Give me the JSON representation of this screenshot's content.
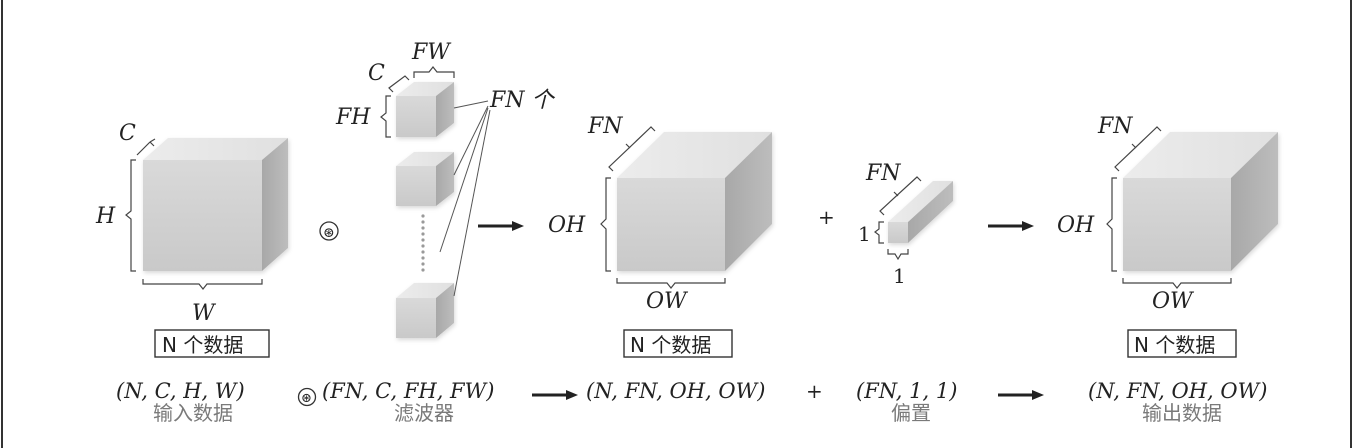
{
  "input_block": {
    "label_c": "C",
    "label_h": "H",
    "label_w": "W",
    "box_label": "N 个数据"
  },
  "conv_op": "⊛",
  "filter_block": {
    "label_c": "C",
    "label_fw": "FW",
    "label_fh": "FH",
    "label_fn": "FN 个"
  },
  "middle_block": {
    "label_fn": "FN",
    "label_oh": "OH",
    "label_ow": "OW",
    "box_label": "N 个数据"
  },
  "plus_op": "+",
  "bias_block": {
    "label_fn": "FN",
    "label_1_left": "1",
    "label_1_bottom": "1"
  },
  "output_block": {
    "label_fn": "FN",
    "label_oh": "OH",
    "label_ow": "OW",
    "box_label": "N 个数据"
  },
  "formula": {
    "input_shape": "(N, C, H, W)",
    "input_caption": "输入数据",
    "op_conv": "⊛",
    "filter_shape": "(FN, C, FH, FW)",
    "filter_caption": "滤波器",
    "result_shape": "(N, FN, OH, OW)",
    "op_plus": "+",
    "bias_shape": "(FN, 1, 1)",
    "bias_caption": "偏置",
    "output_shape": "(N, FN, OH, OW)",
    "output_caption": "输出数据"
  }
}
